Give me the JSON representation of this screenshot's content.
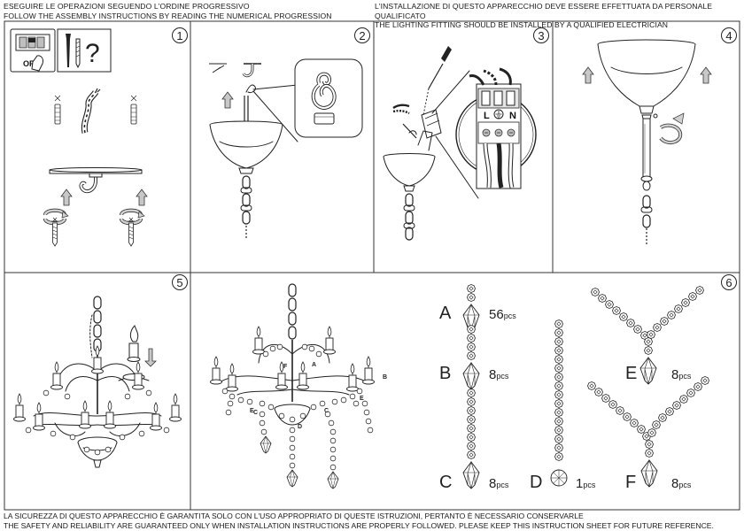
{
  "header": {
    "left_line1": "ESEGUIRE LE OPERAZIONI SEGUENDO L'ORDINE PROGRESSIVO",
    "left_line2": "FOLLOW THE ASSEMBLY INSTRUCTIONS BY READING THE NUMERICAL PROGRESSION",
    "right_line1": "L'INSTALLAZIONE DI QUESTO APPARECCHIO DEVE ESSERE EFFETTUATA DA PERSONALE QUALIFICATO",
    "right_line2": "THE LIGHTING FITTING SHOULD BE INSTALLED BY A QUALIFIED ELECTRICIAN"
  },
  "steps": [
    "1",
    "2",
    "3",
    "4",
    "5",
    "6"
  ],
  "step1": {
    "switch_label": "OFF",
    "question": "?"
  },
  "step3": {
    "terminal_l": "L",
    "terminal_n": "N"
  },
  "step5": {
    "point_labels": [
      "A",
      "B",
      "C",
      "D",
      "E",
      "F",
      "C",
      "E"
    ]
  },
  "parts": [
    {
      "letter": "A",
      "qty": "56",
      "unit": "pcs"
    },
    {
      "letter": "B",
      "qty": "8",
      "unit": "pcs"
    },
    {
      "letter": "C",
      "qty": "8",
      "unit": "pcs"
    },
    {
      "letter": "D",
      "qty": "1",
      "unit": "pcs"
    },
    {
      "letter": "E",
      "qty": "8",
      "unit": "pcs"
    },
    {
      "letter": "F",
      "qty": "8",
      "unit": "pcs"
    }
  ],
  "footer": {
    "line1": "LA SICUREZZA DI QUESTO APPARECCHIO È GARANTITA SOLO CON L'USO APPROPRIATO DI QUESTE ISTRUZIONI, PERTANTO È NECESSARIO CONSERVARLE",
    "line2": "THE SAFETY AND RELIABILITY ARE GUARANTEED ONLY WHEN INSTALLATION INSTRUCTIONS ARE PROPERLY FOLLOWED. PLEASE KEEP THIS INSTRUCTION SHEET FOR FUTURE REFERENCE."
  }
}
